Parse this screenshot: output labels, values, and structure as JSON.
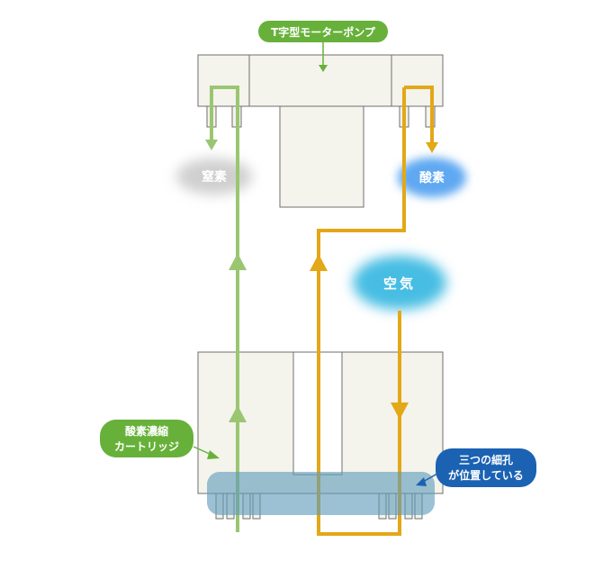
{
  "labels": {
    "pump": "T字型モーターポンプ",
    "nitrogen": "窒素",
    "oxygen": "酸素",
    "air": "空気",
    "cartridge_line1": "酸素濃縮",
    "cartridge_line2": "カートリッジ",
    "holes_line1": "三つの細孔",
    "holes_line2": "が位置している"
  },
  "colors": {
    "nitrogen_flow": "#9ac672",
    "oxygen_flow": "#e3a817",
    "callout_green": "#67b13a",
    "callout_blue": "#1b62b3",
    "device_fill": "#f4f3ec",
    "device_stroke": "#6f6f6f",
    "holes_band": "#5f9bb9",
    "nitrogen_cloud": "#cfcfcf",
    "oxygen_cloud": "#5ea8f2",
    "air_cloud": "#47bde3"
  }
}
